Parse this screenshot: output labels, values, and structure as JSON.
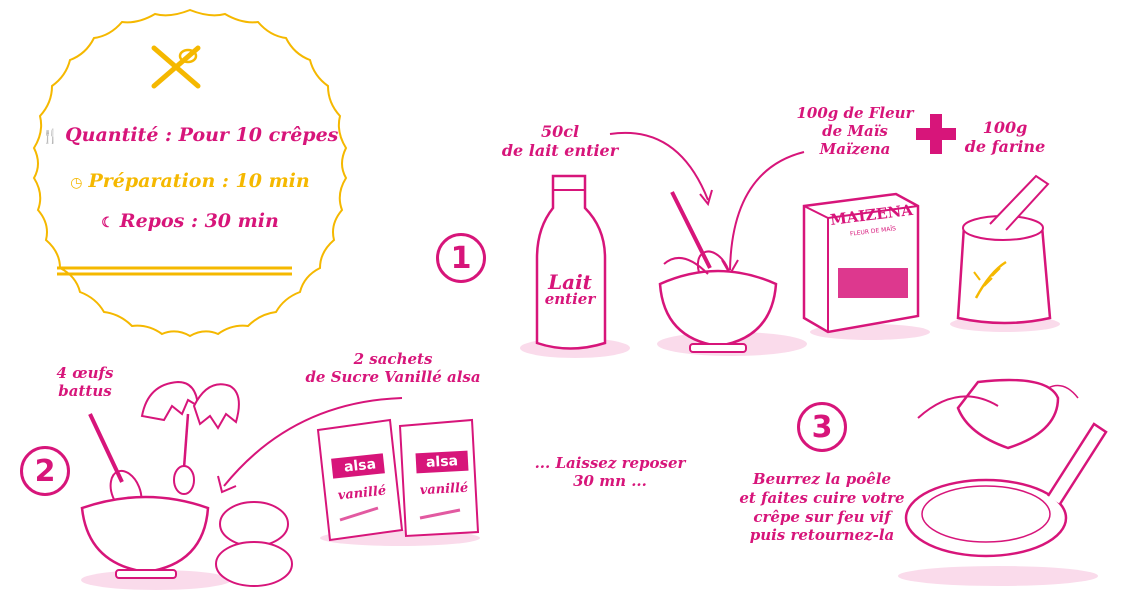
{
  "colors": {
    "brand_pink": "#d7157a",
    "accent_yellow": "#f5b800",
    "soft_pink": "#f7c3dd"
  },
  "recipe_info": {
    "quantity": "Quantité : Pour 10 crêpes",
    "preparation": "Préparation : 10 min",
    "rest": "Repos : 30 min",
    "quantity_icon": "cutlery-icon",
    "preparation_icon": "clock-icon",
    "rest_icon": "moon-icon"
  },
  "step1": {
    "number": "1",
    "milk_label_line1": "50cl",
    "milk_label_line2": "de lait entier",
    "bottle_text_line1": "Lait",
    "bottle_text_line2": "entier",
    "maizena_label_line1": "100g de Fleur",
    "maizena_label_line2": "de Maïs",
    "maizena_label_line3": "Maïzena",
    "maizena_brand": "MAIZENA",
    "maizena_sub": "FLEUR DE MAÏS",
    "flour_label_line1": "100g",
    "flour_label_line2": "de farine"
  },
  "step2": {
    "number": "2",
    "eggs_label_line1": "4 œufs",
    "eggs_label_line2": "battus",
    "sugar_label_line1": "2 sachets",
    "sugar_label_line2": "de Sucre Vanillé alsa",
    "sachet_brand": "alsa",
    "sachet_text": "vanillé"
  },
  "rest_step": {
    "line1": "... Laissez reposer",
    "line2": "30 mn ..."
  },
  "step3": {
    "number": "3",
    "line1": "Beurrez la poêle",
    "line2": "et faites cuire votre",
    "line3": "crêpe sur feu vif",
    "line4": "puis retournez-la"
  }
}
